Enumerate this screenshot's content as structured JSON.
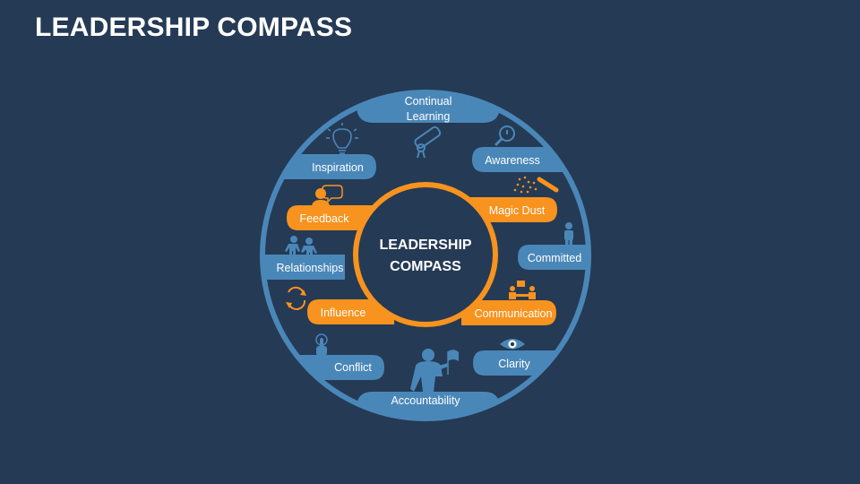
{
  "title": "LEADERSHIP COMPASS",
  "center": {
    "line1": "LEADERSHIP",
    "line2": "COMPASS"
  },
  "colors": {
    "background": "#253a55",
    "blue": "#4a87b9",
    "orange": "#f7931e",
    "dark_fill": "#253a55",
    "white": "#ffffff"
  },
  "labels": {
    "continual_learning_1": "Continual",
    "continual_learning_2": "Learning",
    "awareness": "Awareness",
    "inspiration": "Inspiration",
    "magic_dust": "Magic Dust",
    "feedback": "Feedback",
    "committed": "Committed",
    "relationships": "Relationships",
    "communication": "Communication",
    "influence": "Influence",
    "clarity": "Clarity",
    "conflict": "Conflict",
    "accountability": "Accountability"
  },
  "icons": {
    "continual_learning": "diploma-icon",
    "awareness": "magnifier-icon",
    "inspiration": "lightbulb-icon",
    "magic_dust": "magic-wand-icon",
    "feedback": "speech-person-icon",
    "committed": "businessman-icon",
    "relationships": "handshake-people-icon",
    "communication": "meeting-icon",
    "influence": "cycle-arrows-icon",
    "clarity": "eye-icon",
    "conflict": "pointer-hand-icon",
    "accountability": "leader-flag-icon"
  }
}
